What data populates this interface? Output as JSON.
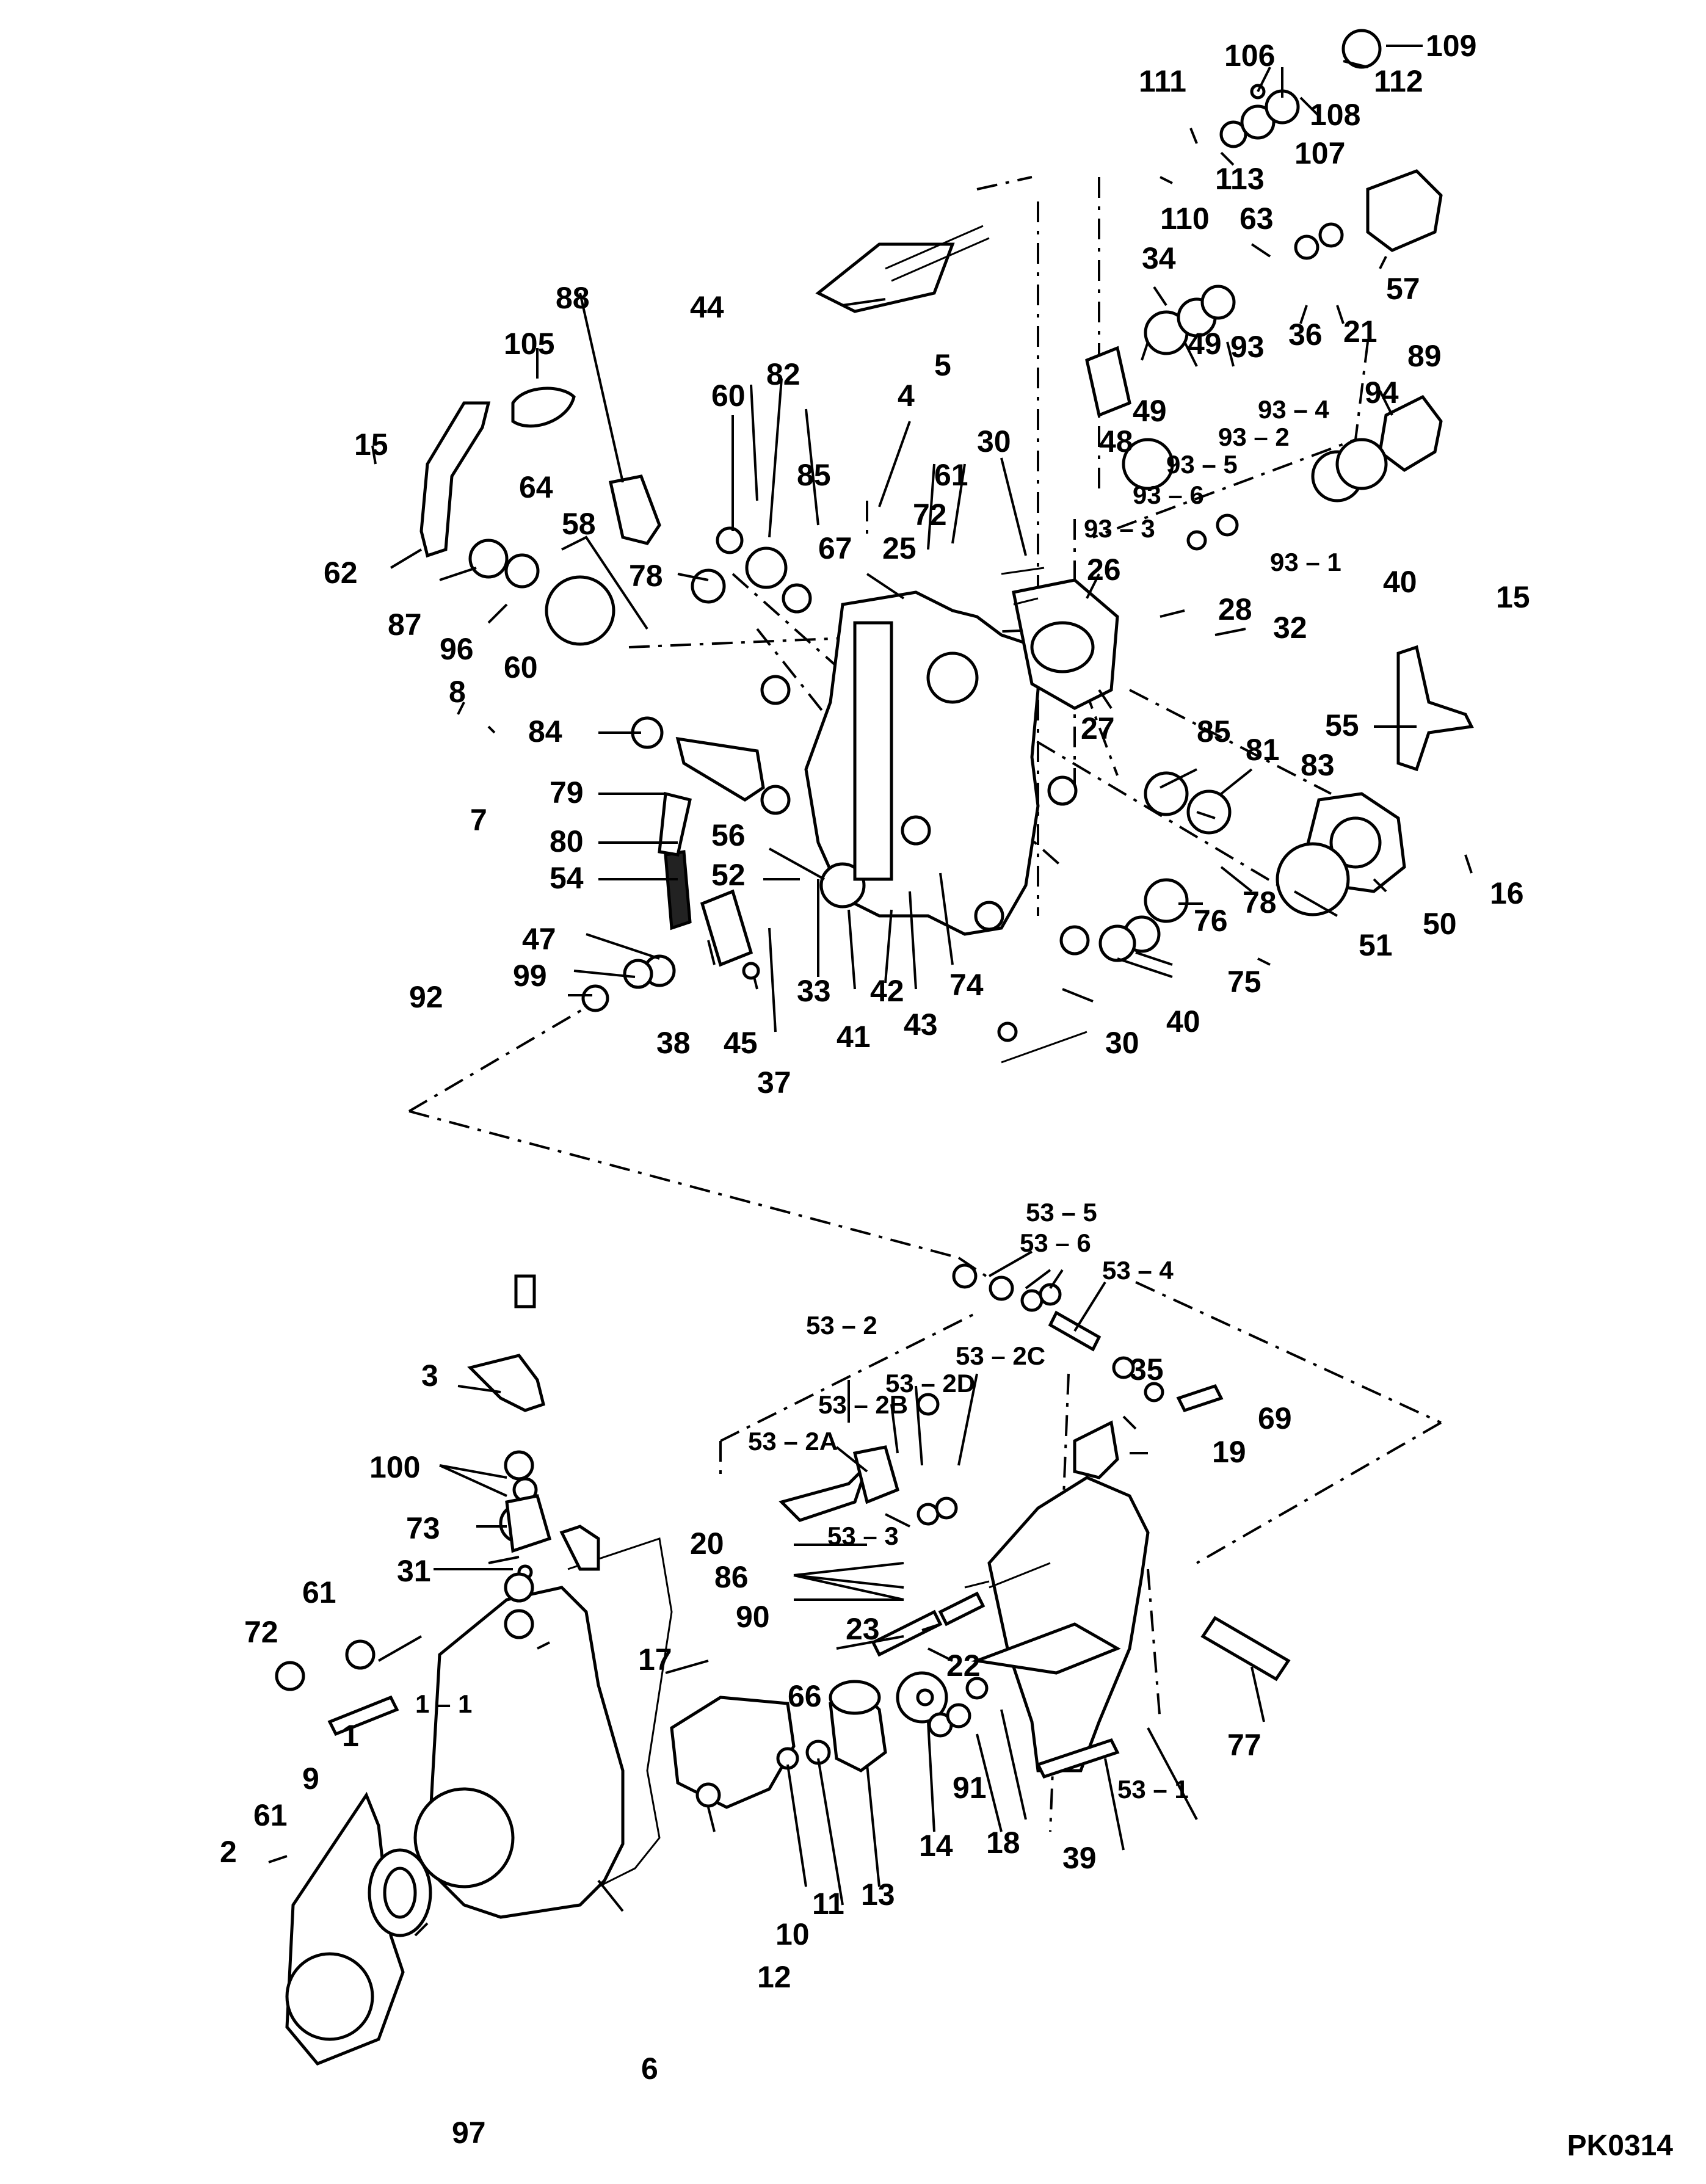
{
  "figure_code": "PK0314",
  "callouts": {
    "c109": "109",
    "c112": "112",
    "c106": "106",
    "c108": "108",
    "c107": "107",
    "c111": "111",
    "c113": "113",
    "c110": "110",
    "c63": "63",
    "c57": "57",
    "c34": "34",
    "c36": "36",
    "c21": "21",
    "c93": "93",
    "c89": "89",
    "c49a": "49",
    "c49b": "49",
    "c48": "48",
    "c93_4": "93 – 4",
    "c94": "94",
    "c93_2": "93 – 2",
    "c93_5": "93 – 5",
    "c93_6": "93 – 6",
    "c93_3": "93 – 3",
    "c93_1": "93 – 1",
    "c40a": "40",
    "c88": "88",
    "c105": "105",
    "c44": "44",
    "c82": "82",
    "c60a": "60",
    "c5": "5",
    "c4": "4",
    "c30a": "30",
    "c85a": "85",
    "c61a": "61",
    "c72a": "72",
    "c15a": "15",
    "c15b": "15",
    "c64": "64",
    "c58": "58",
    "c62": "62",
    "c87": "87",
    "c96": "96",
    "c60b": "60",
    "c78a": "78",
    "c67": "67",
    "c25": "25",
    "c26": "26",
    "c28": "28",
    "c32": "32",
    "c27": "27",
    "c55": "55",
    "c8": "8",
    "c7": "7",
    "c84": "84",
    "c79": "79",
    "c80": "80",
    "c54": "54",
    "c56": "56",
    "c52": "52",
    "c85b": "85",
    "c81": "81",
    "c83": "83",
    "c16": "16",
    "c47": "47",
    "c99": "99",
    "c92": "92",
    "c38": "38",
    "c45": "45",
    "c37": "37",
    "c33": "33",
    "c41": "41",
    "c42": "42",
    "c43": "43",
    "c74": "74",
    "c76": "76",
    "c78b": "78",
    "c51": "51",
    "c50": "50",
    "c75": "75",
    "c40b": "40",
    "c30b": "30",
    "c53_5": "53 – 5",
    "c53_6": "53 – 6",
    "c53_4": "53 – 4",
    "c53_2": "53 – 2",
    "c53_2C": "53 – 2C",
    "c53_2D": "53 – 2D",
    "c53_2B": "53 – 2B",
    "c53_2A": "53 – 2A",
    "c35": "35",
    "c69": "69",
    "c19": "19",
    "c3": "3",
    "c100": "100",
    "c73": "73",
    "c31": "31",
    "c20": "20",
    "c53_3": "53 – 3",
    "c86": "86",
    "c90": "90",
    "c23": "23",
    "c22": "22",
    "c61b": "61",
    "c72b": "72",
    "c17": "17",
    "c1_1": "1 – 1",
    "c1": "1",
    "c66": "66",
    "c77": "77",
    "c9": "9",
    "c61c": "61",
    "c91": "91",
    "c53_1": "53 – 1",
    "c14": "14",
    "c18": "18",
    "c39": "39",
    "c2": "2",
    "c13": "13",
    "c11": "11",
    "c10": "10",
    "c12": "12",
    "c6": "6",
    "c97": "97"
  }
}
